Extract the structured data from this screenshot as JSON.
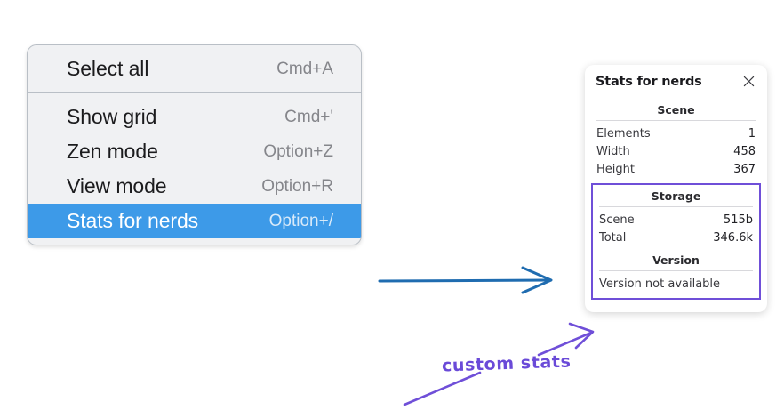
{
  "context_menu": {
    "groups": [
      {
        "items": [
          {
            "label": "Select all",
            "shortcut": "Cmd+A",
            "selected": false
          }
        ]
      },
      {
        "items": [
          {
            "label": "Show grid",
            "shortcut": "Cmd+'",
            "selected": false
          },
          {
            "label": "Zen mode",
            "shortcut": "Option+Z",
            "selected": false
          },
          {
            "label": "View mode",
            "shortcut": "Option+R",
            "selected": false
          },
          {
            "label": "Stats for nerds",
            "shortcut": "Option+/",
            "selected": true
          }
        ]
      }
    ],
    "selected_background": "#3d9ae8"
  },
  "stats_panel": {
    "title": "Stats for nerds",
    "close_icon": "close-icon",
    "scene": {
      "heading": "Scene",
      "rows": [
        {
          "key": "Elements",
          "value": "1"
        },
        {
          "key": "Width",
          "value": "458"
        },
        {
          "key": "Height",
          "value": "367"
        }
      ]
    },
    "storage": {
      "heading": "Storage",
      "rows": [
        {
          "key": "Scene",
          "value": "515b"
        },
        {
          "key": "Total",
          "value": "346.6k"
        }
      ]
    },
    "version": {
      "heading": "Version",
      "text": "Version not available"
    },
    "highlight_color": "#6f4fd8"
  },
  "annotations": {
    "label": "custom stats",
    "label_color": "#6a4ad8",
    "blue_arrow_color": "#1f6cb0",
    "purple_arrow_color": "#6f4fd8"
  }
}
